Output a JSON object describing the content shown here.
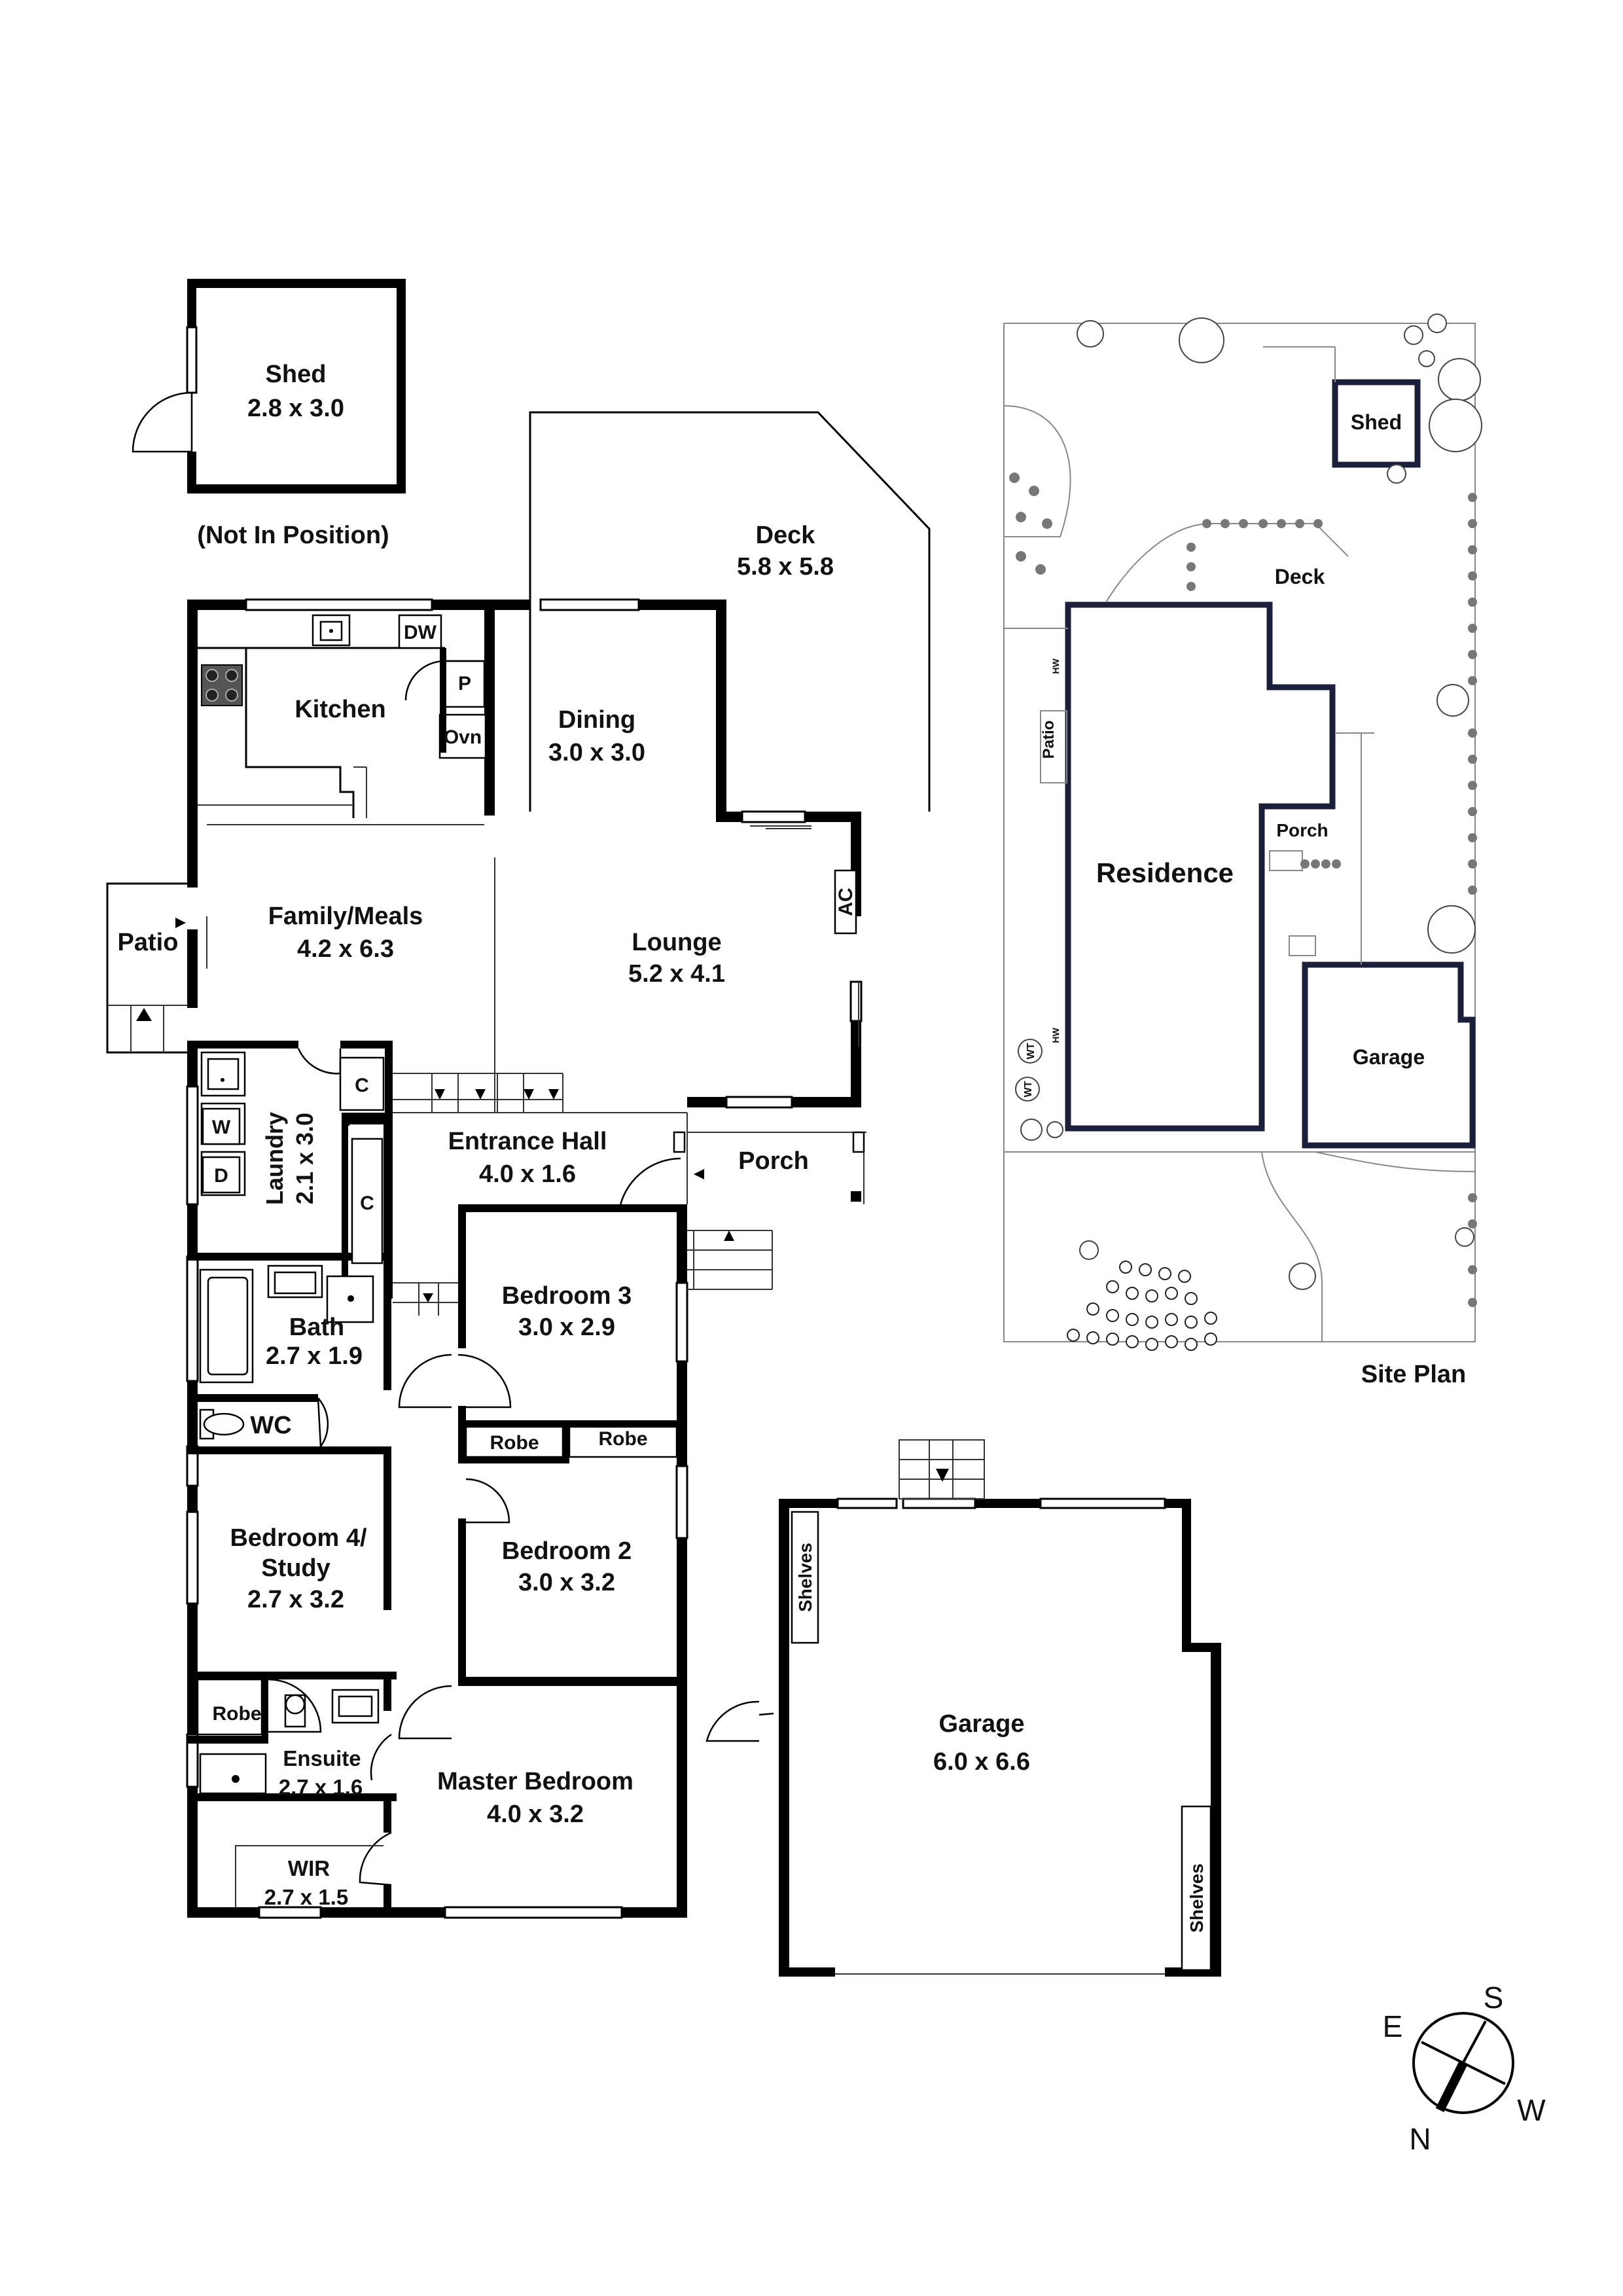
{
  "rooms": {
    "shed": {
      "name": "Shed",
      "dims": "2.8 x 3.0",
      "note": "(Not In Position)"
    },
    "deck": {
      "name": "Deck",
      "dims": "5.8 x 5.8"
    },
    "kitchen": {
      "name": "Kitchen"
    },
    "dining": {
      "name": "Dining",
      "dims": "3.0 x 3.0"
    },
    "family": {
      "name": "Family/Meals",
      "dims": "4.2 x 6.3"
    },
    "lounge": {
      "name": "Lounge",
      "dims": "5.2 x 4.1"
    },
    "patio": {
      "name": "Patio"
    },
    "laundry": {
      "name": "Laundry",
      "dims": "2.1 x 3.0"
    },
    "entrance": {
      "name": "Entrance Hall",
      "dims": "4.0 x 1.6"
    },
    "porch": {
      "name": "Porch"
    },
    "bath": {
      "name": "Bath",
      "dims": "2.7 x 1.9"
    },
    "bed3": {
      "name": "Bedroom 3",
      "dims": "3.0 x 2.9"
    },
    "wc": {
      "name": "WC"
    },
    "bed4": {
      "name": "Bedroom 4/",
      "name2": "Study",
      "dims": "2.7 x 3.2"
    },
    "bed2": {
      "name": "Bedroom 2",
      "dims": "3.0 x 3.2"
    },
    "ensuite": {
      "name": "Ensuite",
      "dims": "2.7 x 1.6"
    },
    "master": {
      "name": "Master Bedroom",
      "dims": "4.0 x 3.2"
    },
    "wir": {
      "name": "WIR",
      "dims": "2.7 x 1.5"
    },
    "garage": {
      "name": "Garage",
      "dims": "6.0 x 6.6"
    }
  },
  "fixtures": {
    "dw": "DW",
    "p": "P",
    "ovn": "Ovn",
    "ac": "AC",
    "closet": "C",
    "washer": "W",
    "dryer": "D",
    "robe": "Robe",
    "shelves": "Shelves"
  },
  "site_plan": {
    "title": "Site Plan",
    "shed": "Shed",
    "deck": "Deck",
    "patio": "Patio",
    "hw": "HW",
    "residence": "Residence",
    "porch": "Porch",
    "garage": "Garage",
    "wt": "WT"
  },
  "compass": {
    "n": "N",
    "s": "S",
    "e": "E",
    "w": "W"
  }
}
